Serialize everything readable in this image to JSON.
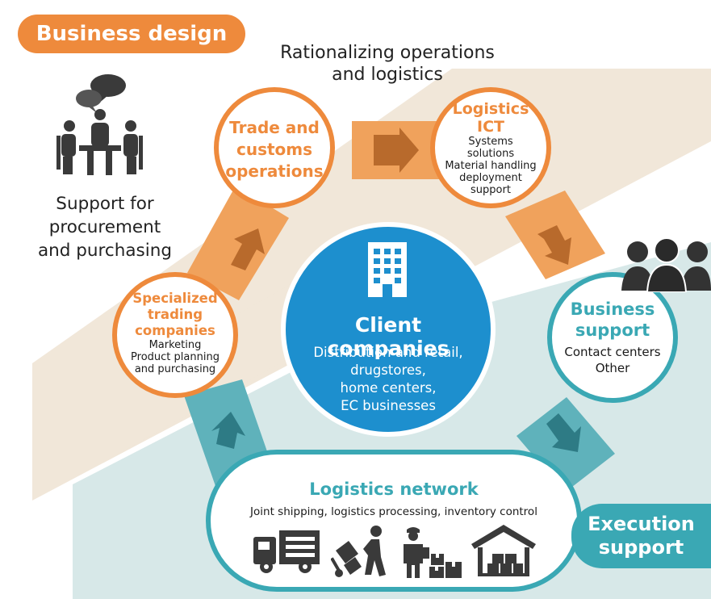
{
  "labels": {
    "business_design": "Business design",
    "execution_support_line1": "Execution",
    "execution_support_line2": "support",
    "rationalizing_line1": "Rationalizing operations",
    "rationalizing_line2": "and logistics",
    "procurement_line1": "Support for",
    "procurement_line2": "procurement",
    "procurement_line3": "and purchasing"
  },
  "nodes": {
    "trade": {
      "line1": "Trade and",
      "line2": "customs",
      "line3": "operations"
    },
    "logistics_ict": {
      "title1": "Logistics",
      "title2": "ICT",
      "items": [
        "Systems",
        "solutions",
        "Material handling",
        "deployment",
        "support"
      ]
    },
    "business_support": {
      "title1": "Business",
      "title2": "support",
      "items": [
        "Contact centers",
        "Other"
      ]
    },
    "specialized": {
      "title1": "Specialized",
      "title2": "trading",
      "title3": "companies",
      "items": [
        "Marketing",
        "Product planning",
        "and purchasing"
      ]
    },
    "center": {
      "title": "Client companies",
      "items": [
        "Distribution and retail,",
        "drugstores,",
        "home centers,",
        "EC businesses"
      ]
    },
    "network": {
      "title": "Logistics network",
      "subtitle": "Joint shipping, logistics processing, inventory control"
    }
  },
  "icons": [
    "meeting-icon",
    "building-icon",
    "headset-operators-icon",
    "truck-icon",
    "hand-truck-icon",
    "worker-boxes-icon",
    "warehouse-icon"
  ],
  "colors": {
    "orange": "#ee8a3c",
    "orange_arrow_bg": "#f0a25c",
    "teal": "#3aa8b4",
    "center_blue": "#1d8fce",
    "icon_dark": "#3a3a3a",
    "beige_band": "#efe3d2",
    "teal_band": "#cfe2e3"
  }
}
